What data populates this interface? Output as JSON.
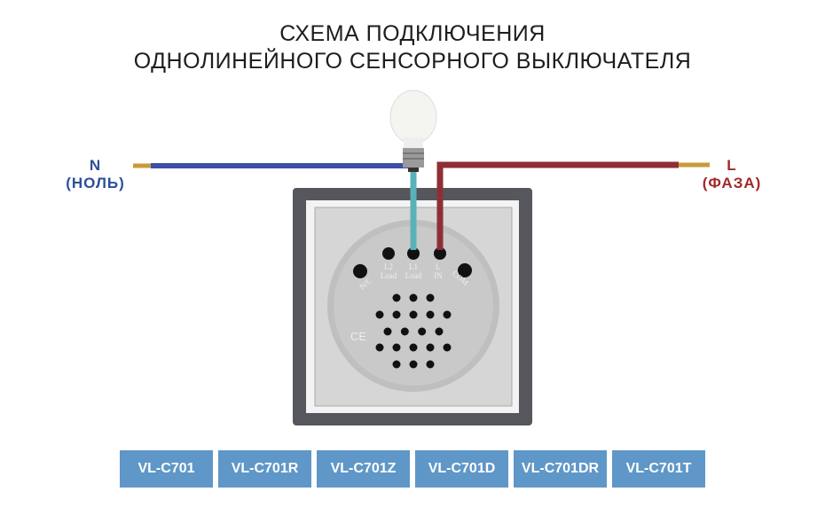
{
  "title": {
    "line1": "СХЕМА ПОДКЛЮЧЕНИЯ",
    "line2": "ОДНОЛИНЕЙНОГО СЕНСОРНОГО ВЫКЛЮЧАТЕЛЯ"
  },
  "neutral": {
    "letter": "N",
    "name": "(НОЛЬ)",
    "color": "#3d4fa8"
  },
  "phase": {
    "letter": "L",
    "name": "(ФАЗА)",
    "color": "#8e2f35"
  },
  "terminals": [
    {
      "line1": "N/C",
      "line2": ""
    },
    {
      "line1": "L2",
      "line2": "Load"
    },
    {
      "line1": "L1",
      "line2": "Load"
    },
    {
      "line1": "L",
      "line2": "IN"
    },
    {
      "line1": "COM",
      "line2": ""
    }
  ],
  "ce_mark": "CE",
  "models": [
    "VL-C701",
    "VL-C701R",
    "VL-C701Z",
    "VL-C701D",
    "VL-C701DR",
    "VL-C701T"
  ],
  "accent": "#5f97c8"
}
